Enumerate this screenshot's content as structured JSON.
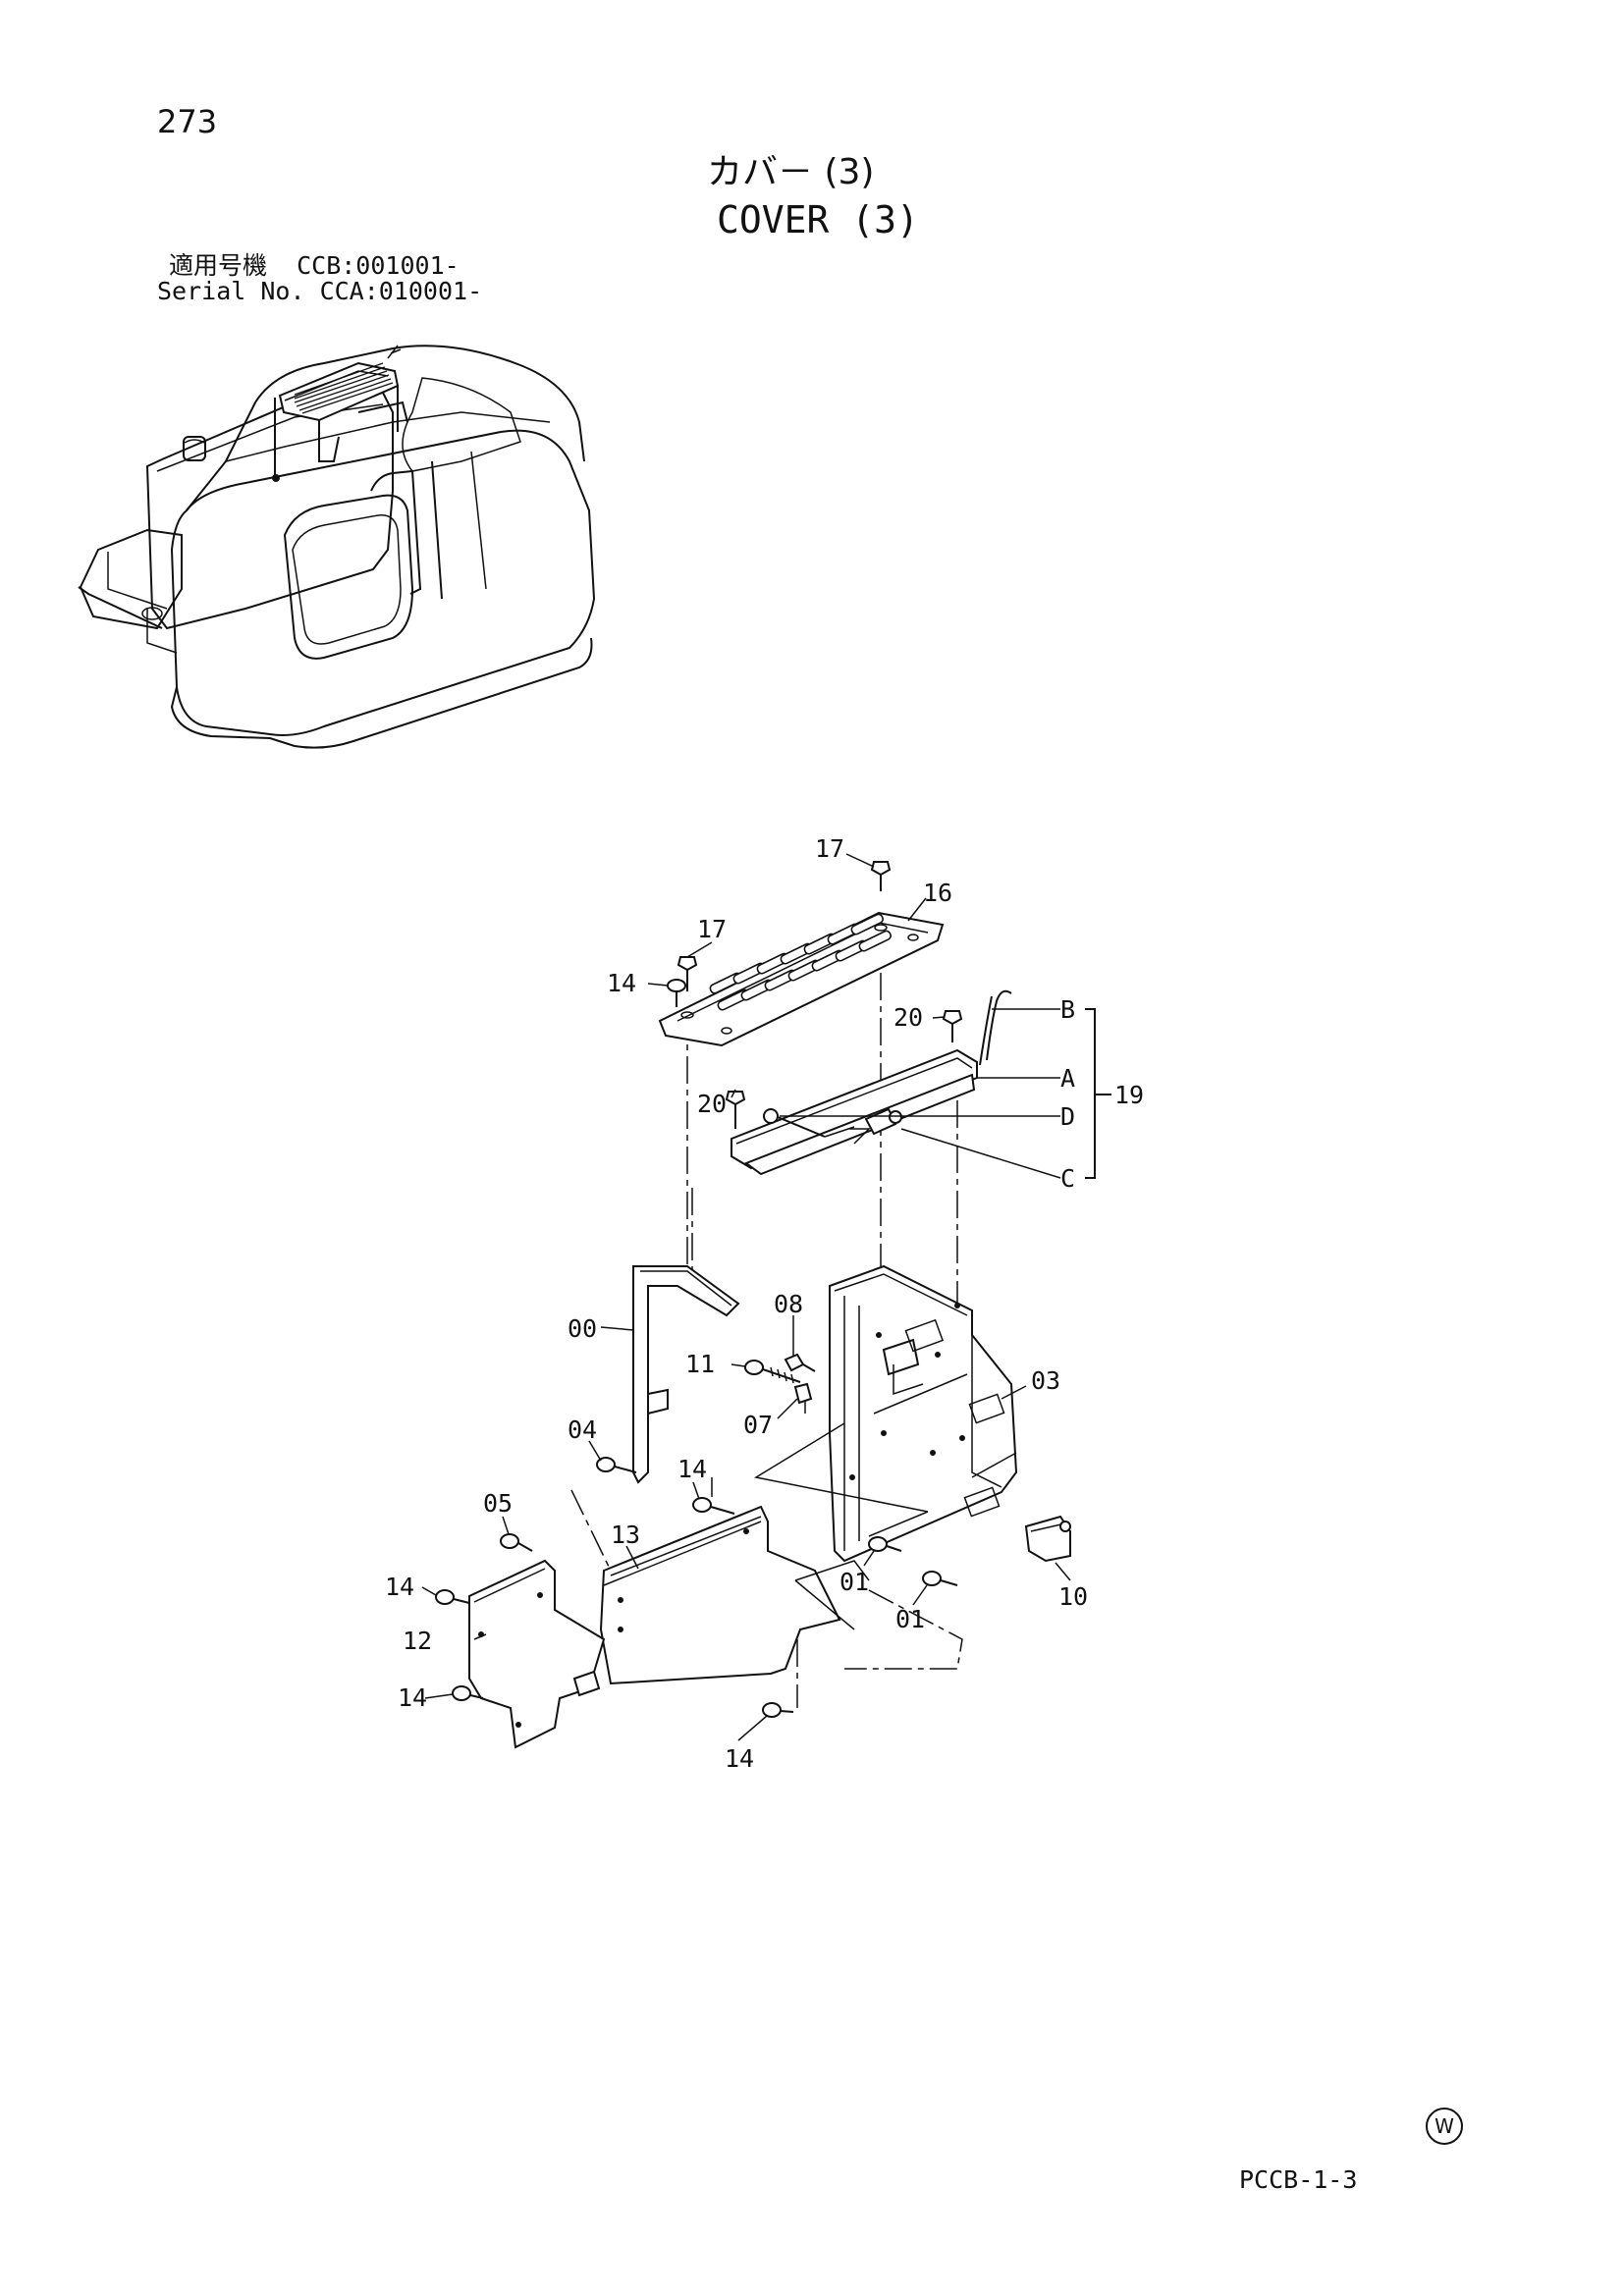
{
  "header": {
    "page_number": "273",
    "title_jp": "カバ－ (3)",
    "title_en": "COVER (3)",
    "serial_line_jp": "適用号機  CCB:001001-",
    "serial_line_en": "Serial No. CCA:010001-"
  },
  "footer": {
    "mark": "W",
    "code": "PCCB-1-3"
  },
  "callouts": [
    {
      "id": "17-top",
      "label": "17"
    },
    {
      "id": "16",
      "label": "16"
    },
    {
      "id": "17-left",
      "label": "17"
    },
    {
      "id": "14-top",
      "label": "14"
    },
    {
      "id": "20-right",
      "label": "20"
    },
    {
      "id": "B",
      "label": "B"
    },
    {
      "id": "A",
      "label": "A"
    },
    {
      "id": "19",
      "label": "19"
    },
    {
      "id": "20-left",
      "label": "20"
    },
    {
      "id": "D",
      "label": "D"
    },
    {
      "id": "C",
      "label": "C"
    },
    {
      "id": "08",
      "label": "08"
    },
    {
      "id": "00",
      "label": "00"
    },
    {
      "id": "11",
      "label": "11"
    },
    {
      "id": "03",
      "label": "03"
    },
    {
      "id": "07",
      "label": "07"
    },
    {
      "id": "04",
      "label": "04"
    },
    {
      "id": "14-mid",
      "label": "14"
    },
    {
      "id": "05",
      "label": "05"
    },
    {
      "id": "13",
      "label": "13"
    },
    {
      "id": "14-left",
      "label": "14"
    },
    {
      "id": "01-a",
      "label": "01"
    },
    {
      "id": "10",
      "label": "10"
    },
    {
      "id": "12",
      "label": "12"
    },
    {
      "id": "01-b",
      "label": "01"
    },
    {
      "id": "14-lower",
      "label": "14"
    },
    {
      "id": "14-bottom",
      "label": "14"
    }
  ]
}
